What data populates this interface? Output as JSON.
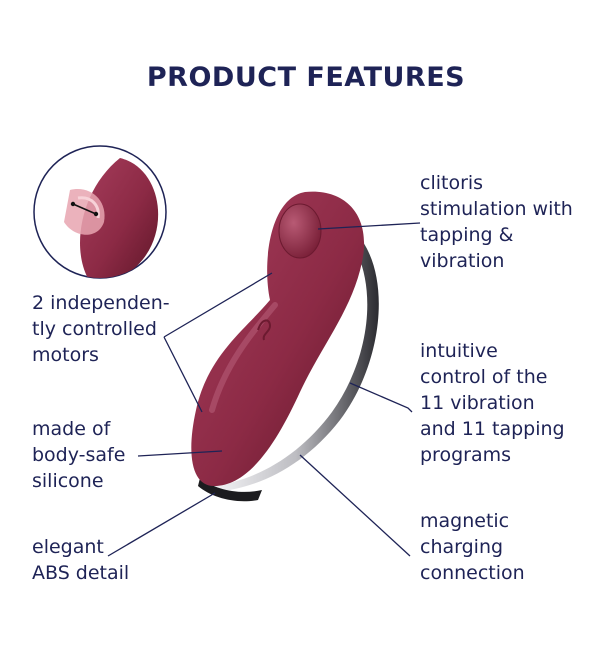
{
  "heading": "PRODUCT FEATURES",
  "colors": {
    "text": "#1e2356",
    "body": "#8c2a45",
    "chrome": "#d8d8dc",
    "line": "#1e2356"
  },
  "features": {
    "stimulation": [
      "clitoris",
      "stimulation with",
      "tapping &",
      "vibration"
    ],
    "motors": [
      "2 independen-",
      "tly controlled",
      "motors"
    ],
    "control": [
      "intuitive",
      "control of the",
      "11 vibration",
      "and 11 tapping",
      "programs"
    ],
    "material": [
      "made of",
      "body-safe",
      "silicone"
    ],
    "detail": [
      "elegant",
      "ABS detail"
    ],
    "charging": [
      "magnetic",
      "charging",
      "connection"
    ]
  }
}
